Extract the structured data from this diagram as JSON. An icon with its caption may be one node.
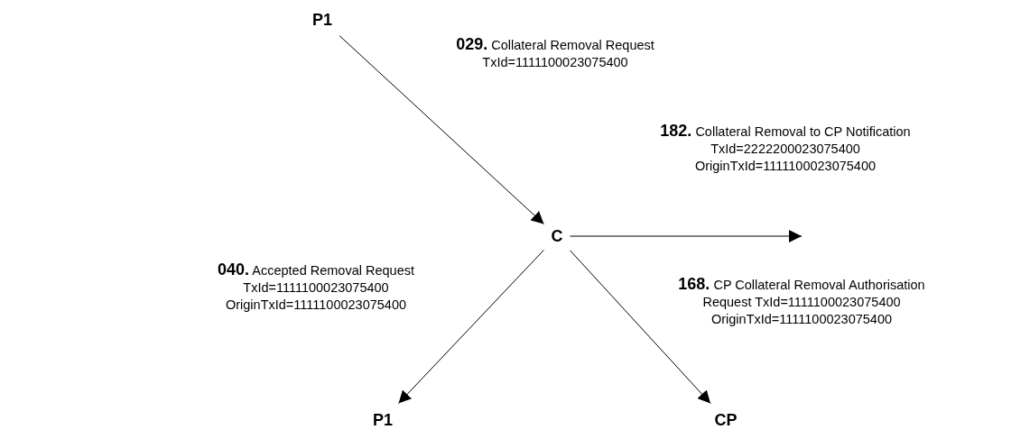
{
  "diagram": {
    "nodes": [
      {
        "text": [
          "P1"
        ]
      },
      {
        "text": [
          "C"
        ]
      },
      {
        "text": [
          "P1"
        ]
      },
      {
        "text": [
          "CP"
        ]
      }
    ],
    "edges": [
      {
        "from": 0,
        "to": 1,
        "arrow": "to",
        "label": "**029.** Collateral Removal Request TxId=1111100023075400"
      },
      {
        "from": 1,
        "to": null,
        "arrow": "to",
        "label": "**182.** Collateral Removal to CP Notification TxId=2222200023075400 OriginTxId=1111100023075400"
      },
      {
        "from": 1,
        "to": 2,
        "arrow": "to",
        "label": "**040.** Accepted Removal Request TxId=1111100023075400 OriginTxId=1111100023075400"
      },
      {
        "from": 1,
        "to": 3,
        "arrow": "to",
        "label": "**168.** CP Collateral Removal Authorisation Request TxId=1111100023075400 OriginTxId=1111100023075400"
      }
    ]
  }
}
